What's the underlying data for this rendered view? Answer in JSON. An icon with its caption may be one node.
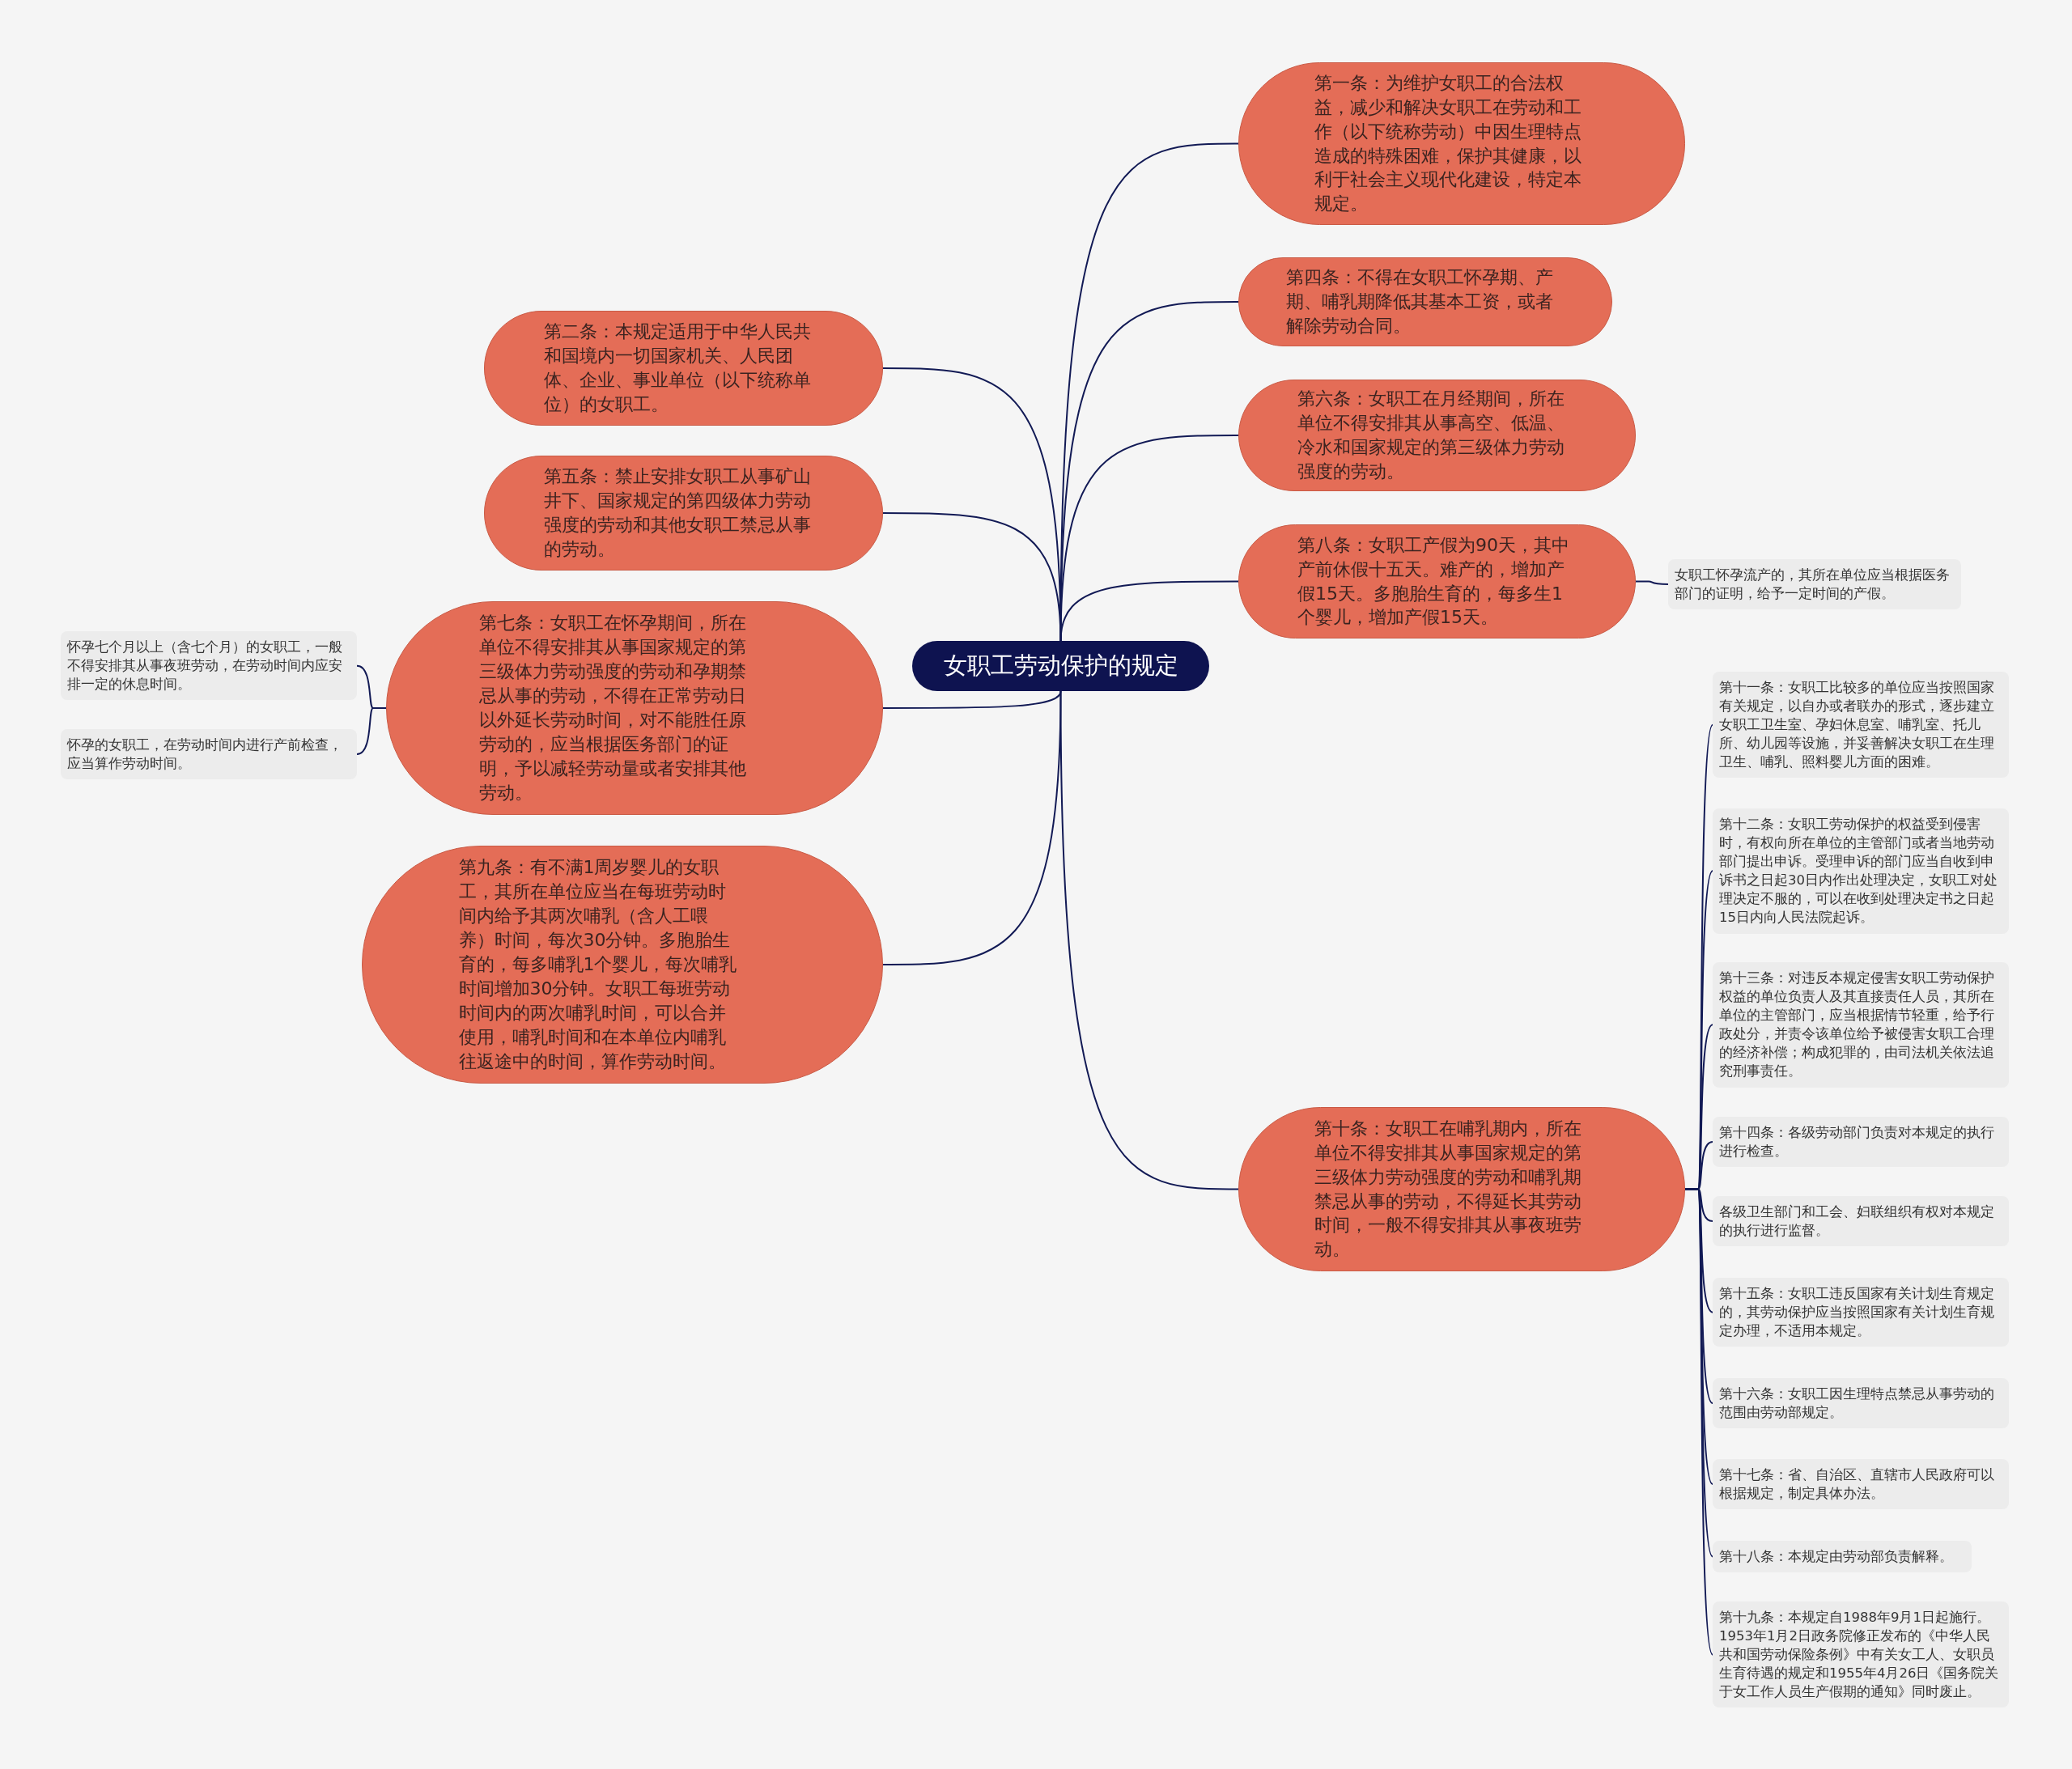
{
  "diagram": {
    "nodes": [
      {
        "text": [
          "女职工劳动保护的规定"
        ]
      },
      {
        "text": [
          "第一条：为维护女职工的合法权益，减少和解决女职工在劳动和工作（以下统称劳动）中因生理特点造成的特殊困难，保护其健康，以利于社会主义现代化建设，特定本规定。"
        ]
      },
      {
        "text": [
          "第四条：不得在女职工怀孕期、产期、哺乳期降低其基本工资，或者解除劳动合同。"
        ]
      },
      {
        "text": [
          "第六条：女职工在月经期间，所在单位不得安排其从事高空、低温、冷水和国家规定的第三级体力劳动强度的劳动。"
        ]
      },
      {
        "text": [
          "第八条：女职工产假为90天，其中产前休假十五天。难产的，增加产假15天。多胞胎生育的，每多生1个婴儿，增加产假15天。"
        ]
      },
      {
        "text": [
          "女职工怀孕流产的，其所在单位应当根据医务部门的证明，给予一定时间的产假。"
        ]
      },
      {
        "text": [
          "第十条：女职工在哺乳期内，所在单位不得安排其从事国家规定的第三级体力劳动强度的劳动和哺乳期禁忌从事的劳动，不得延长其劳动时间，一般不得安排其从事夜班劳动。"
        ]
      },
      {
        "text": [
          "第十一条：女职工比较多的单位应当按照国家有关规定，以自办或者联办的形式，逐步建立女职工卫生室、孕妇休息室、哺乳室、托儿所、幼儿园等设施，并妥善解决女职工在生理卫生、哺乳、照料婴儿方面的困难。"
        ]
      },
      {
        "text": [
          "第十二条：女职工劳动保护的权益受到侵害时，有权向所在单位的主管部门或者当地劳动部门提出申诉。受理申诉的部门应当自收到申诉书之日起30日内作出处理决定，女职工对处理决定不服的，可以在收到处理决定书之日起15日内向人民法院起诉。"
        ]
      },
      {
        "text": [
          "第十三条：对违反本规定侵害女职工劳动保护权益的单位负责人及其直接责任人员，其所在单位的主管部门，应当根据情节轻重，给予行政处分，并责令该单位给予被侵害女职工合理的经济补偿；构成犯罪的，由司法机关依法追究刑事责任。"
        ]
      },
      {
        "text": [
          "第十四条：各级劳动部门负责对本规定的执行进行检查。"
        ]
      },
      {
        "text": [
          "各级卫生部门和工会、妇联组织有权对本规定的执行进行监督。"
        ]
      },
      {
        "text": [
          "第十五条：女职工违反国家有关计划生育规定的，其劳动保护应当按照国家有关计划生育规定办理，不适用本规定。"
        ]
      },
      {
        "text": [
          "第十六条：女职工因生理特点禁忌从事劳动的范围由劳动部规定。"
        ]
      },
      {
        "text": [
          "第十七条：省、自治区、直辖市人民政府可以根据规定，制定具体办法。"
        ]
      },
      {
        "text": [
          "第十八条：本规定由劳动部负责解释。"
        ]
      },
      {
        "text": [
          "第十九条：本规定自1988年9月1日起施行。1953年1月2日政务院修正发布的《中华人民共和国劳动保险条例》中有关女工人、女职员生育待遇的规定和1955年4月26日《国务院关于女工作人员生产假期的通知》同时废止。"
        ]
      },
      {
        "text": [
          "第二条：本规定适用于中华人民共和国境内一切国家机关、人民团体、企业、事业单位（以下统称单位）的女职工。"
        ]
      },
      {
        "text": [
          "第五条：禁止安排女职工从事矿山井下、国家规定的第四级体力劳动强度的劳动和其他女职工禁忌从事的劳动。"
        ]
      },
      {
        "text": [
          "第七条：女职工在怀孕期间，所在单位不得安排其从事国家规定的第三级体力劳动强度的劳动和孕期禁忌从事的劳动，不得在正常劳动日以外延长劳动时间，对不能胜任原劳动的，应当根据医务部门的证明，予以减轻劳动量或者安排其他劳动。"
        ]
      },
      {
        "text": [
          "怀孕七个月以上（含七个月）的女职工，一般不得安排其从事夜班劳动，在劳动时间内应安排一定的休息时间。"
        ]
      },
      {
        "text": [
          "怀孕的女职工，在劳动时间内进行产前检查，应当算作劳动时间。"
        ]
      },
      {
        "text": [
          "第九条：有不满1周岁婴儿的女职工，其所在单位应当在每班劳动时间内给予其两次哺乳（含人工喂养）时间，每次30分钟。多胞胎生育的，每多哺乳1个婴儿，每次哺乳时间增加30分钟。女职工每班劳动时间内的两次哺乳时间，可以合并使用，哺乳时间和在本单位内哺乳往返途中的时间，算作劳动时间。"
        ]
      }
    ],
    "edges": [
      {
        "from": 0,
        "to": 1,
        "arrow": "none"
      },
      {
        "from": 0,
        "to": 2,
        "arrow": "none"
      },
      {
        "from": 0,
        "to": 3,
        "arrow": "none"
      },
      {
        "from": 0,
        "to": 4,
        "arrow": "none"
      },
      {
        "from": 4,
        "to": 5,
        "arrow": "none"
      },
      {
        "from": 0,
        "to": 6,
        "arrow": "none"
      },
      {
        "from": 6,
        "to": 7,
        "arrow": "none"
      },
      {
        "from": 6,
        "to": 8,
        "arrow": "none"
      },
      {
        "from": 6,
        "to": 9,
        "arrow": "none"
      },
      {
        "from": 6,
        "to": 10,
        "arrow": "none"
      },
      {
        "from": 6,
        "to": 11,
        "arrow": "none"
      },
      {
        "from": 6,
        "to": 12,
        "arrow": "none"
      },
      {
        "from": 6,
        "to": 13,
        "arrow": "none"
      },
      {
        "from": 6,
        "to": 14,
        "arrow": "none"
      },
      {
        "from": 6,
        "to": 15,
        "arrow": "none"
      },
      {
        "from": 6,
        "to": 16,
        "arrow": "none"
      },
      {
        "from": 0,
        "to": 17,
        "arrow": "none"
      },
      {
        "from": 0,
        "to": 18,
        "arrow": "none"
      },
      {
        "from": 0,
        "to": 19,
        "arrow": "none"
      },
      {
        "from": 19,
        "to": 20,
        "arrow": "none"
      },
      {
        "from": 19,
        "to": 21,
        "arrow": "none"
      },
      {
        "from": 0,
        "to": 22,
        "arrow": "none"
      }
    ]
  }
}
